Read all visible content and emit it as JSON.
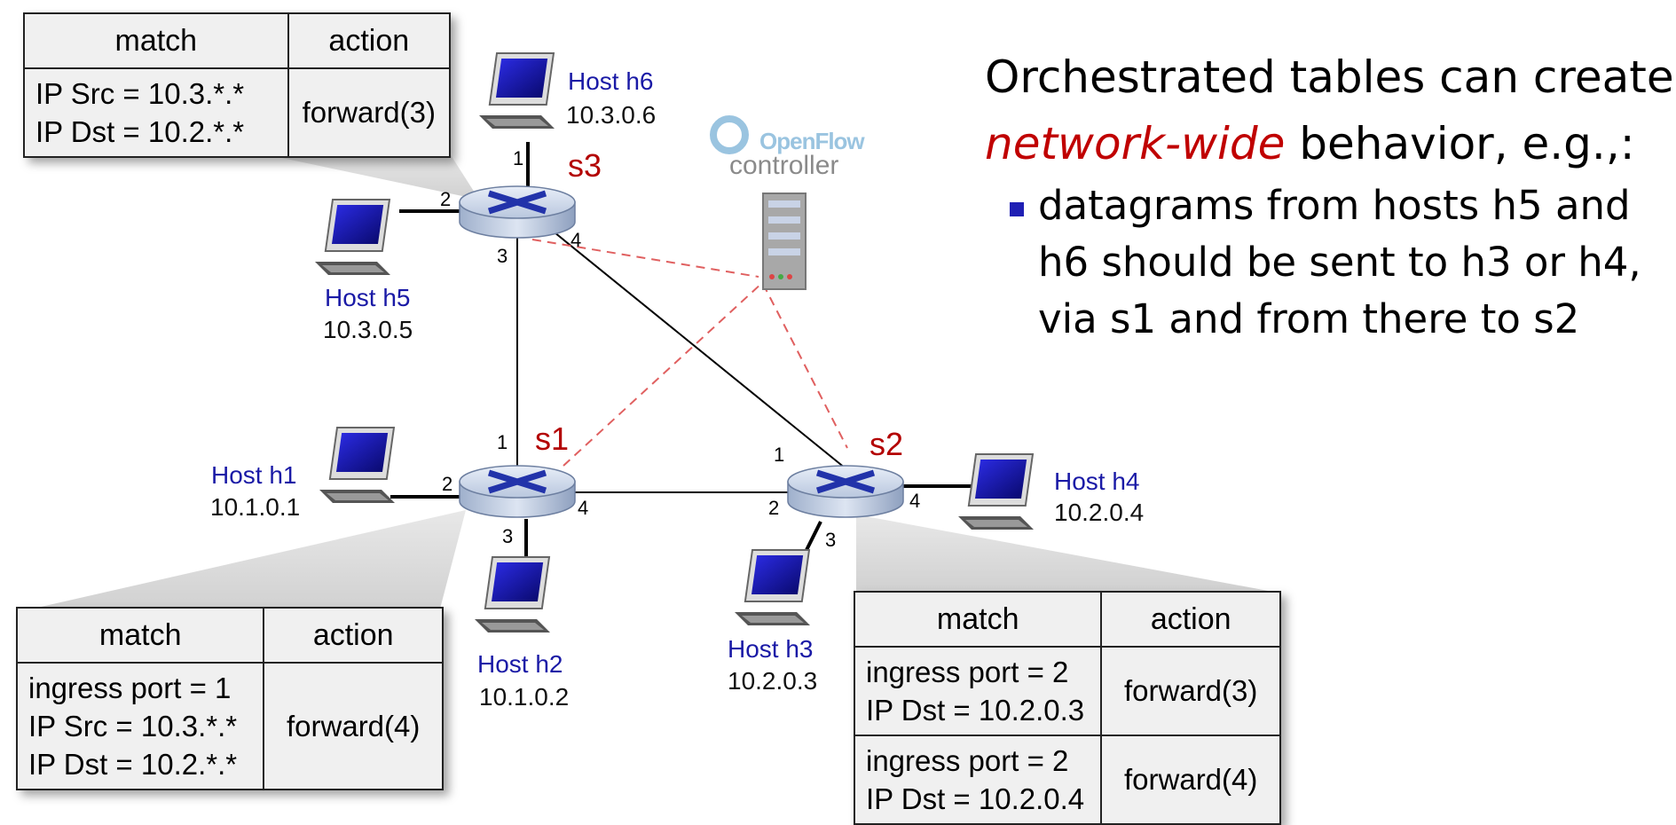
{
  "headline": {
    "line1": "Orchestrated tables can create",
    "line2_em": "network-wide",
    "line2_rest": " behavior, e.g.,:"
  },
  "bullet": {
    "line1": "datagrams from hosts h5 and",
    "line2": "h6 should be sent to h3 or h4,",
    "line3": "via s1 and from there to s2"
  },
  "controller": {
    "logo": "OpenFlow",
    "label": "controller"
  },
  "switches": {
    "s1": "s1",
    "s2": "s2",
    "s3": "s3"
  },
  "hosts": {
    "h1": {
      "name": "Host h1",
      "ip": "10.1.0.1"
    },
    "h2": {
      "name": "Host h2",
      "ip": "10.1.0.2"
    },
    "h3": {
      "name": "Host h3",
      "ip": "10.2.0.3"
    },
    "h4": {
      "name": "Host h4",
      "ip": "10.2.0.4"
    },
    "h5": {
      "name": "Host h5",
      "ip": "10.3.0.5"
    },
    "h6": {
      "name": "Host h6",
      "ip": "10.3.0.6"
    }
  },
  "ports": {
    "s3_1": "1",
    "s3_2": "2",
    "s3_3": "3",
    "s3_4": "4",
    "s1_1": "1",
    "s1_2": "2",
    "s1_3": "3",
    "s1_4": "4",
    "s2_1": "1",
    "s2_2": "2",
    "s2_3": "3",
    "s2_4": "4"
  },
  "tables": {
    "s3": {
      "header": {
        "match": "match",
        "action": "action"
      },
      "rows": [
        {
          "match": [
            "IP Src = 10.3.*.*",
            "IP Dst = 10.2.*.*"
          ],
          "action": "forward(3)"
        }
      ]
    },
    "s1": {
      "header": {
        "match": "match",
        "action": "action"
      },
      "rows": [
        {
          "match": [
            "ingress port = 1",
            "IP Src = 10.3.*.*",
            "IP Dst = 10.2.*.*"
          ],
          "action": "forward(4)"
        }
      ]
    },
    "s2": {
      "header": {
        "match": "match",
        "action": "action"
      },
      "rows": [
        {
          "match": [
            "ingress port = 2",
            "IP Dst = 10.2.0.3"
          ],
          "action": "forward(3)"
        },
        {
          "match": [
            "ingress port = 2",
            "IP Dst = 10.2.0.4"
          ],
          "action": "forward(4)"
        }
      ]
    }
  },
  "colors": {
    "switch_label": "#b30000",
    "host_label": "#1a1aa6",
    "control_link": "#e06060",
    "emphasis": "#c00000"
  }
}
